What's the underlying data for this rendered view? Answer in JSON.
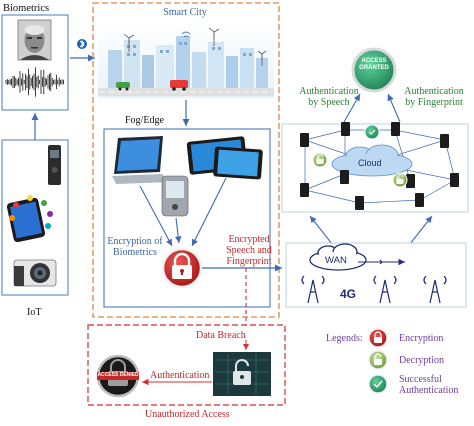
{
  "labels": {
    "biometrics": "Biometrics",
    "iot": "IoT",
    "smart_city": "Smart City",
    "fog_edge": "Fog/Edge",
    "encryption_of_biometrics": [
      "Encryption of",
      "Biometrics"
    ],
    "encrypted_speech": [
      "Encrypted",
      "Speech and",
      "Fingerprint"
    ],
    "cloud": "Cloud",
    "wan": "WAN",
    "network_4g": "4G",
    "access_granted": [
      "ACCESS",
      "GRANTED"
    ],
    "access_denied": "ACCESS DENIED",
    "auth_by_speech": [
      "Authentication",
      "by Speech"
    ],
    "auth_by_fingerprint": [
      "Authentication",
      "by Fingerprint"
    ],
    "data_breach": "Data Breach",
    "authentication": "Authentication",
    "unauthorized_access": "Unauthorized Access"
  },
  "legend": {
    "title": "Legends:",
    "items": [
      {
        "label": [
          "Encryption"
        ],
        "icon": "red-lock-icon",
        "color": "#c62828"
      },
      {
        "label": [
          "Decryption"
        ],
        "icon": "green-unlock-icon",
        "color": "#7cb342"
      },
      {
        "label": [
          "Successful",
          "Authentication"
        ],
        "icon": "green-check-lock-icon",
        "color": "#2e9e6b"
      }
    ]
  },
  "colors": {
    "blue_arrow": "#3d6cb3",
    "orange_dash": "#d9874a",
    "red_dash": "#d32f2f",
    "panel_border": "#4a78b8",
    "encryption_red": "#c62828",
    "granted_green": "#2e9e6b"
  }
}
